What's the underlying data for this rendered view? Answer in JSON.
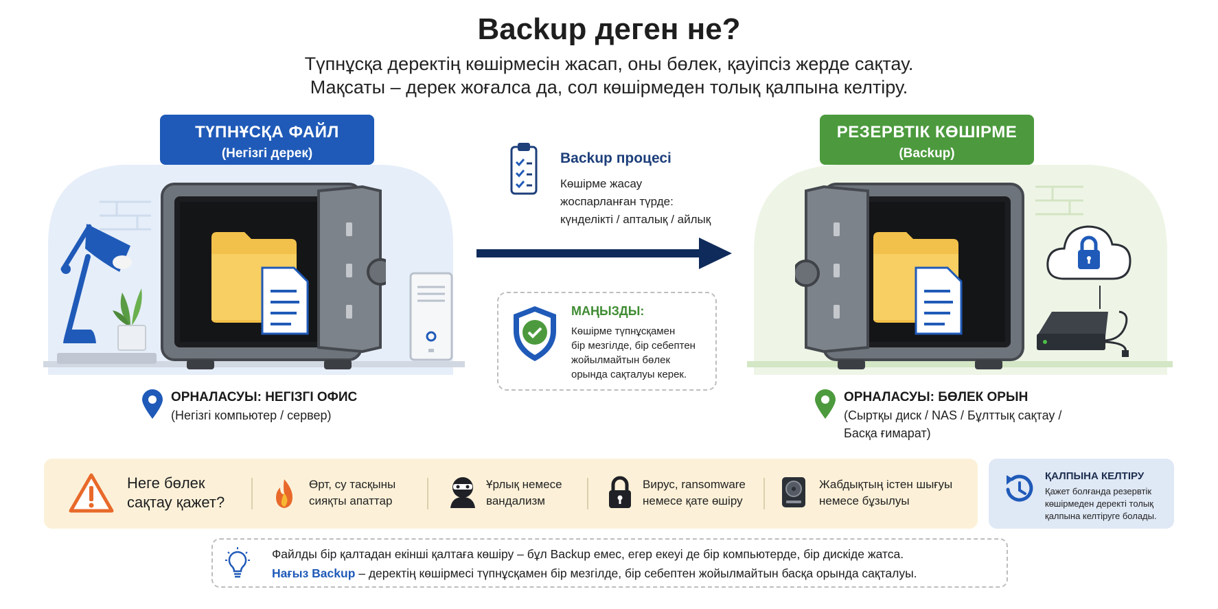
{
  "title": "Backup деген не?",
  "subtitle": {
    "line1": "Түпнұсқа деректің көшірмесін жасап, оны бөлек, қауіпсіз жерде сақтау.",
    "line2": "Мақсаты – дерек жоғалса да, сол көшірмеден толық қалпына келтіру."
  },
  "original": {
    "label": "ТҮПНҰСҚА ФАЙЛ",
    "sublabel": "(Негізгі дерек)",
    "location_title": "ОРНАЛАСУЫ: НЕГІЗГІ ОФИС",
    "location_sub": "(Негізгі компьютер / сервер)"
  },
  "backup": {
    "label": "РЕЗЕРВТІК КӨШІРМЕ",
    "sublabel": "(Backup)",
    "location_title": "ОРНАЛАСУЫ: БӨЛЕК ОРЫН",
    "location_sub1": "(Сыртқы диск / NAS / Бұлттық сақтау /",
    "location_sub2": "Басқа ғимарат)"
  },
  "process": {
    "title": "Backup процесі",
    "line1": "Көшірме жасау",
    "line2": "жоспарланған түрде:",
    "line3": "күнделікті / апталық / айлық"
  },
  "important": {
    "title": "МАҢЫЗДЫ:",
    "line1": "Көшірме түпнұсқамен",
    "line2": "бір мезгілде, бір себептен",
    "line3": "жойылмайтын бөлек",
    "line4": "орында сақталуы керек."
  },
  "why": {
    "line1": "Неге бөлек",
    "line2": "сақтау қажет?",
    "items": [
      {
        "icon": "fire-icon",
        "line1": "Өрт, су тасқыны",
        "line2": "сияқты апаттар"
      },
      {
        "icon": "thief-icon",
        "line1": "Ұрлық немесе",
        "line2": "вандализм"
      },
      {
        "icon": "lock-icon",
        "line1": "Вирус, ransomware",
        "line2": "немесе қате өшіру"
      },
      {
        "icon": "hard-drive-icon",
        "line1": "Жабдықтың істен шығуы",
        "line2": "немесе бұзылуы"
      }
    ]
  },
  "restore": {
    "title": "ҚАЛПЫНА КЕЛТІРУ",
    "line1": "Қажет болғанда резервтік",
    "line2": "көшірмеден деректі толық",
    "line3": "қалпына келтіруге болады."
  },
  "tip": {
    "line1": "Файлды бір қалтадан екінші қалтаға көшіру – бұл Backup емес, егер екеуі де бір компьютерде, бір дискіде жатса.",
    "line2_em": "Нағыз Backup",
    "line2_rest": " – деректің көшірмесі түпнұсқамен бір мезгілде, бір себептен жойылмайтын басқа орында сақталуы."
  },
  "colors": {
    "blue": "#1f5ab8",
    "green": "#4c9a3d",
    "navy_arrow": "#0f2b5b",
    "warning": "#e8692a",
    "band": "#fcf1d8"
  }
}
